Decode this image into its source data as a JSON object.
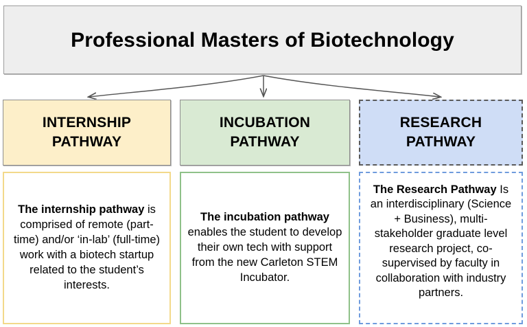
{
  "diagram": {
    "title": "Professional Masters of Biotechnology",
    "colors": {
      "title_fill": "#eeeeee",
      "title_border": "#9d9d9d",
      "internship_fill": "#fdefc9",
      "internship_body_border": "#f3d98a",
      "incubation_fill": "#d9ead3",
      "incubation_body_border": "#8fc189",
      "research_fill": "#cfddf6",
      "research_header_border": "#5a5a5a",
      "research_body_border": "#6f9bdd",
      "connector": "#555555"
    },
    "pathways": [
      {
        "key": "internship",
        "header": "INTERNSHIP\nPATHWAY",
        "header_line1": "INTERNSHIP",
        "header_line2": "PATHWAY",
        "body_lead": "The internship pathway",
        "body_rest": " is comprised of remote (part-time) and/or ‘in-lab’ (full-time) work with a biotech startup related to the student’s interests."
      },
      {
        "key": "incubation",
        "header": "INCUBATION\nPATHWAY",
        "header_line1": "INCUBATION",
        "header_line2": "PATHWAY",
        "body_lead": "The incubation pathway",
        "body_rest": " enables the student to develop their own tech with support from the new Carleton STEM Incubator."
      },
      {
        "key": "research",
        "header": "RESEARCH\nPATHWAY",
        "header_line1": "RESEARCH",
        "header_line2": "PATHWAY",
        "body_lead": "The Research Pathway",
        "body_rest": " Is an interdisciplinary (Science + Business), multi-stakeholder graduate level research project, co-supervised by faculty in collaboration with industry partners."
      }
    ],
    "connectors": [
      {
        "name": "arrow-to-internship",
        "from": "title-box",
        "to": "internship-header"
      },
      {
        "name": "arrow-to-incubation",
        "from": "title-box",
        "to": "incubation-header"
      },
      {
        "name": "arrow-to-research",
        "from": "title-box",
        "to": "research-header"
      }
    ]
  }
}
